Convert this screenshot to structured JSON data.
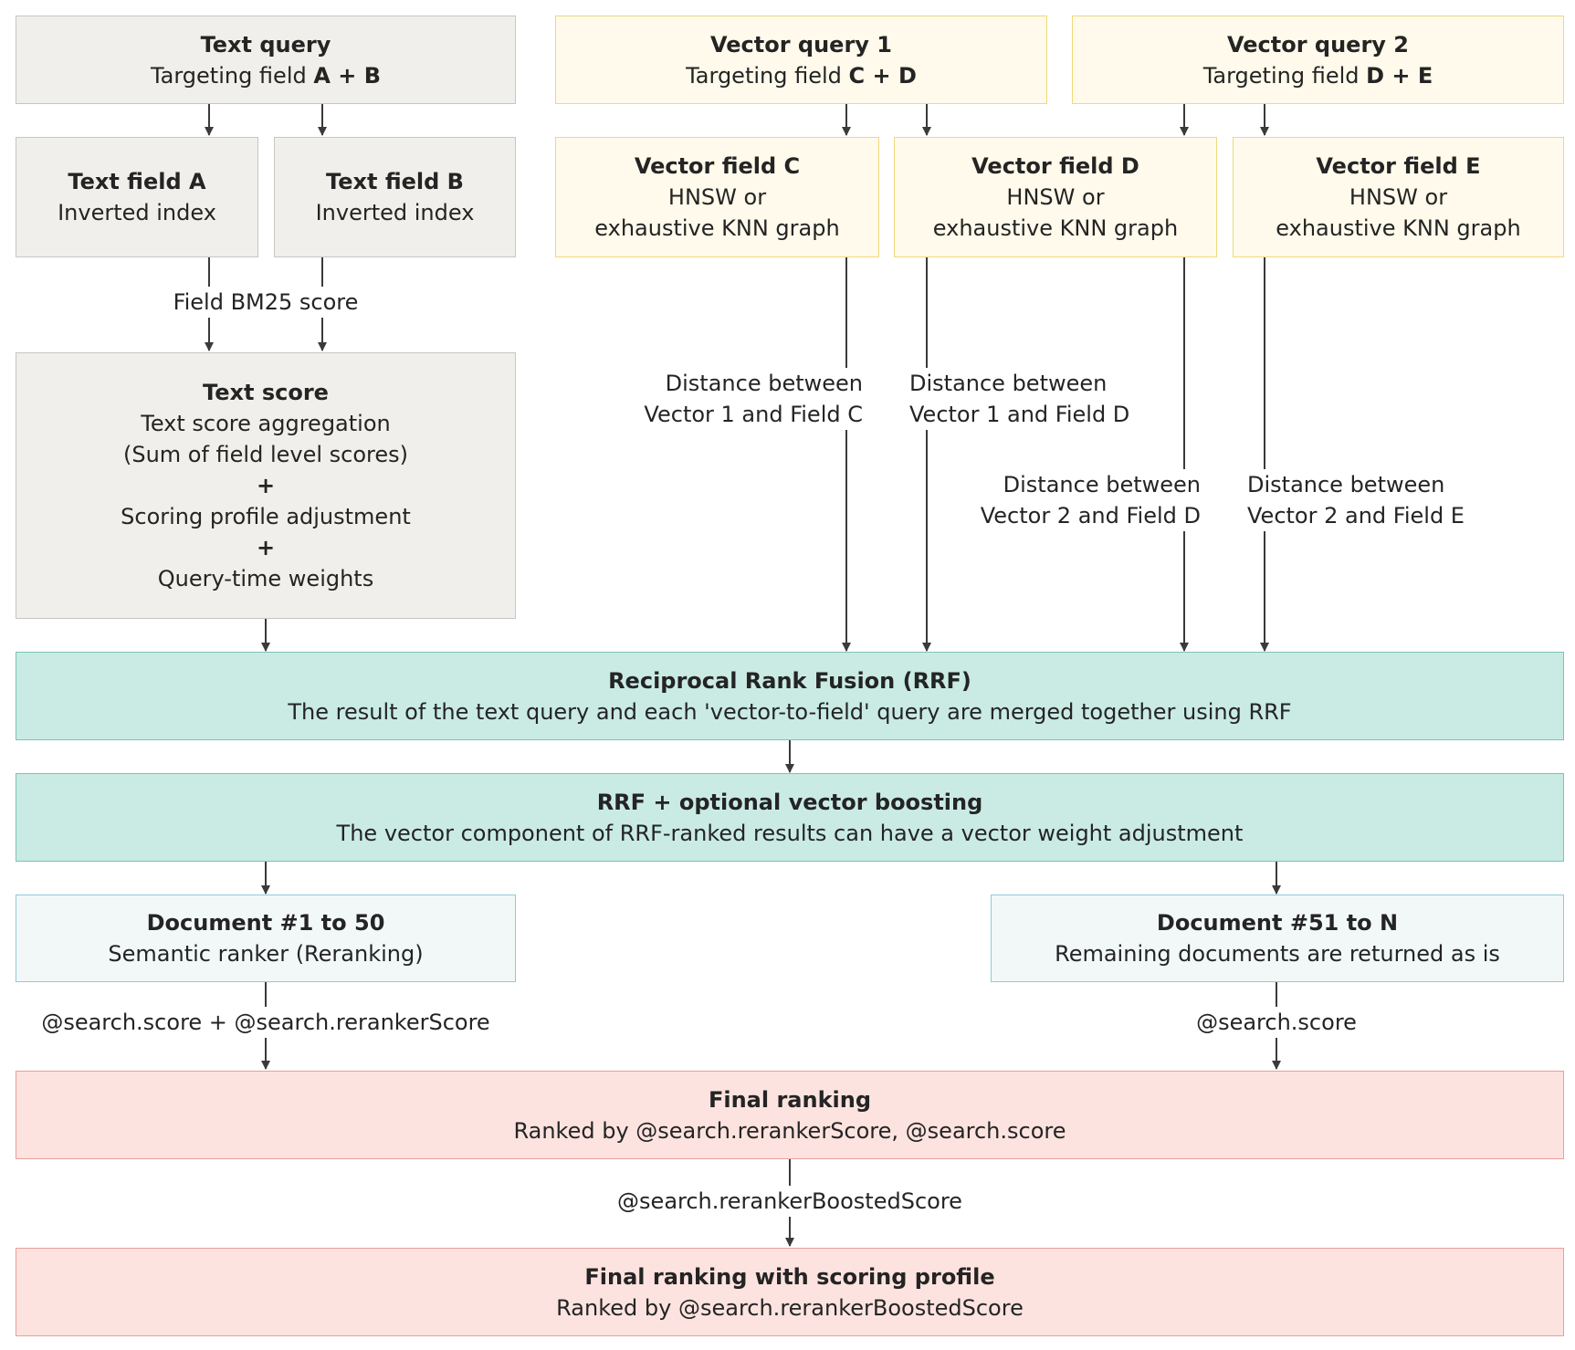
{
  "text_query": {
    "title": "Text query",
    "subtitle": "Targeting field",
    "fields": "A + B"
  },
  "vector_query_1": {
    "title": "Vector query 1",
    "subtitle": "Targeting field",
    "fields": "C + D"
  },
  "vector_query_2": {
    "title": "Vector query 2",
    "subtitle": "Targeting field",
    "fields": "D + E"
  },
  "text_field_a": {
    "title": "Text field A",
    "subtitle": "Inverted index"
  },
  "text_field_b": {
    "title": "Text field B",
    "subtitle": "Inverted index"
  },
  "vector_field_c": {
    "title": "Vector field C",
    "line1": "HNSW or",
    "line2": "exhaustive KNN graph"
  },
  "vector_field_d": {
    "title": "Vector field D",
    "line1": "HNSW or",
    "line2": "exhaustive KNN graph"
  },
  "vector_field_e": {
    "title": "Vector field E",
    "line1": "HNSW or",
    "line2": "exhaustive KNN graph"
  },
  "edge_labels": {
    "bm25": "Field BM25 score",
    "dist_1c": "Distance between\nVector 1 and Field C",
    "dist_1d": "Distance between\nVector 1 and Field D",
    "dist_2d": "Distance between\nVector 2 and Field D",
    "dist_2e": "Distance between\nVector 2 and Field E",
    "score_rerank": "@search.score + @search.rerankerScore",
    "score_only": "@search.score",
    "boosted": "@search.rerankerBoostedScore"
  },
  "text_score": {
    "title": "Text score",
    "lines": [
      "Text score aggregation",
      "(Sum of field level scores)",
      "+",
      "Scoring profile adjustment",
      "+",
      "Query-time weights"
    ]
  },
  "rrf": {
    "title": "Reciprocal Rank Fusion (RRF)",
    "subtitle": "The result of the text query and each 'vector-to-field' query are merged together using RRF"
  },
  "rrf_boost": {
    "title": "RRF + optional vector boosting",
    "subtitle": "The vector component of RRF-ranked results can have a vector weight adjustment"
  },
  "doc_1_50": {
    "title": "Document #1 to 50",
    "subtitle": "Semantic ranker (Reranking)"
  },
  "doc_51_n": {
    "title": "Document #51 to N",
    "subtitle": "Remaining documents are returned as is"
  },
  "final_ranking": {
    "title": "Final ranking",
    "subtitle": "Ranked by @search.rerankerScore, @search.score"
  },
  "final_profile": {
    "title": "Final ranking with scoring profile",
    "subtitle": "Ranked by @search.rerankerBoostedScore"
  },
  "colors": {
    "line": "#3b3a39",
    "gray": "#f0efeb",
    "yellow": "#fffaeb",
    "teal": "#c9ebe4",
    "pink": "#fde3df"
  }
}
